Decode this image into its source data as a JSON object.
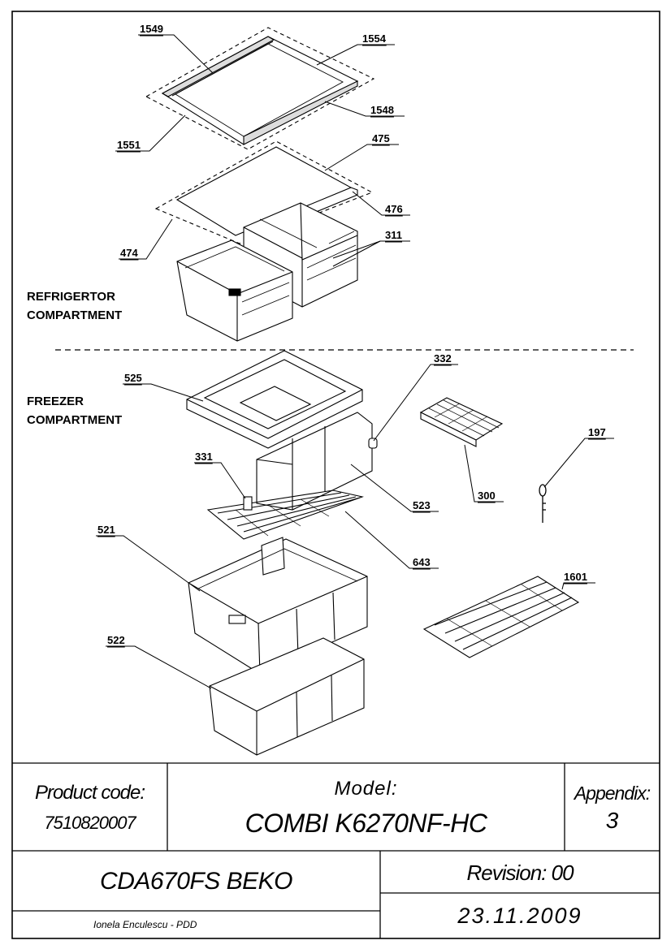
{
  "sections": {
    "refrigerator": [
      "REFRIGERTOR",
      "COMPARTMENT"
    ],
    "freezer": [
      "FREEZER",
      "COMPARTMENT"
    ]
  },
  "callouts": {
    "c1549": "1549",
    "c1554": "1554",
    "c1548": "1548",
    "c1551": "1551",
    "c475": "475",
    "c476": "476",
    "c474": "474",
    "c311": "311",
    "c332": "332",
    "c525": "525",
    "c331": "331",
    "c523": "523",
    "c300": "300",
    "c197": "197",
    "c521": "521",
    "c643": "643",
    "c1601": "1601",
    "c522": "522"
  },
  "title_block": {
    "product_code_label": "Product code:",
    "product_code": "7510820007",
    "model_label": "Model:",
    "model": "COMBI K6270NF-HC",
    "appendix_label": "Appendix:",
    "appendix": "3",
    "product_line": "CDA670FS BEKO",
    "revision": "Revision: 00",
    "date": "23.11.2009",
    "author": "Ionela Enculescu - PDD"
  }
}
